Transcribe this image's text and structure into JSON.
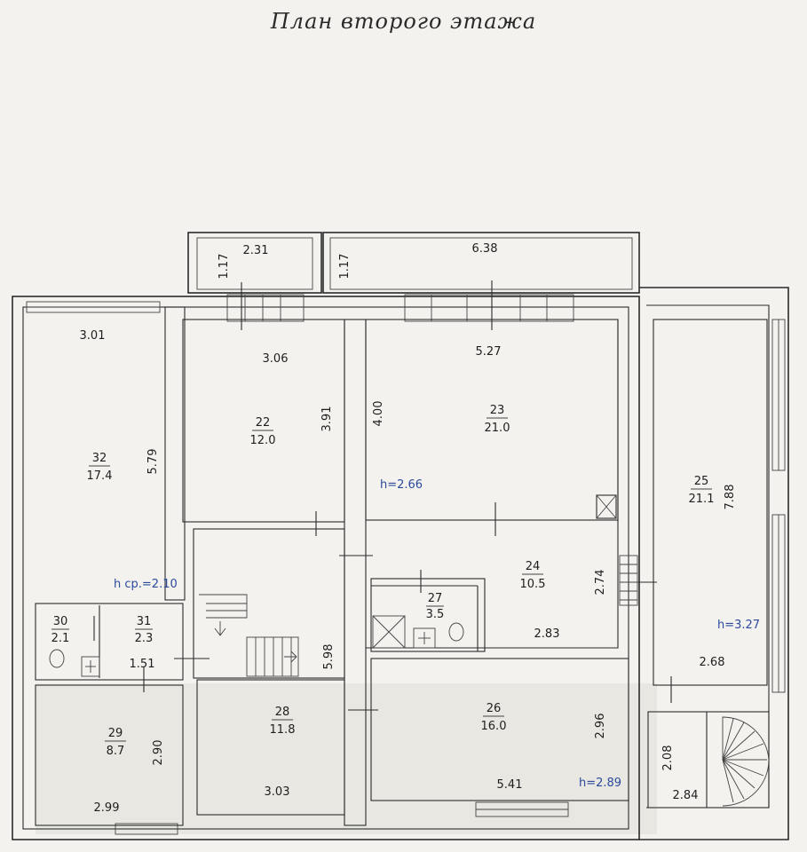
{
  "title": "План второго этажа",
  "rooms": [
    {
      "id": "room-32",
      "number": "32",
      "area": "17.4"
    },
    {
      "id": "room-22",
      "number": "22",
      "area": "12.0"
    },
    {
      "id": "room-23",
      "number": "23",
      "area": "21.0"
    },
    {
      "id": "room-25",
      "number": "25",
      "area": "21.1"
    },
    {
      "id": "room-24",
      "number": "24",
      "area": "10.5"
    },
    {
      "id": "room-27",
      "number": "27",
      "area": "3.5"
    },
    {
      "id": "room-30",
      "number": "30",
      "area": "2.1"
    },
    {
      "id": "room-31",
      "number": "31",
      "area": "2.3"
    },
    {
      "id": "room-29",
      "number": "29",
      "area": "8.7"
    },
    {
      "id": "room-28",
      "number": "28",
      "area": "11.8"
    },
    {
      "id": "room-26",
      "number": "26",
      "area": "16.0"
    }
  ],
  "dimensions": {
    "balcony_left_width": "2.31",
    "balcony_left_depth": "1.17",
    "balcony_right_width": "6.38",
    "balcony_right_depth": "1.17",
    "r32_width": "3.01",
    "r32_length": "5.79",
    "r22_width": "3.06",
    "r22_length": "3.91",
    "r23_width": "5.27",
    "r23_length": "4.00",
    "r25_length": "7.88",
    "r25_width": "2.68",
    "r24_depth": "2.74",
    "r24_width": "2.83",
    "corridor_length": "5.98",
    "r30_31_width": "1.51",
    "r29_length": "2.90",
    "r29_width": "2.99",
    "r28_width": "3.03",
    "r26_depth": "2.96",
    "r26_width": "5.41",
    "stair_depth": "2.08",
    "stair_width": "2.84"
  },
  "heights": {
    "h_average": "h ср.=2.10",
    "h_main": "h=2.66",
    "h_right": "h=3.27",
    "h_bottom": "h=2.89"
  }
}
